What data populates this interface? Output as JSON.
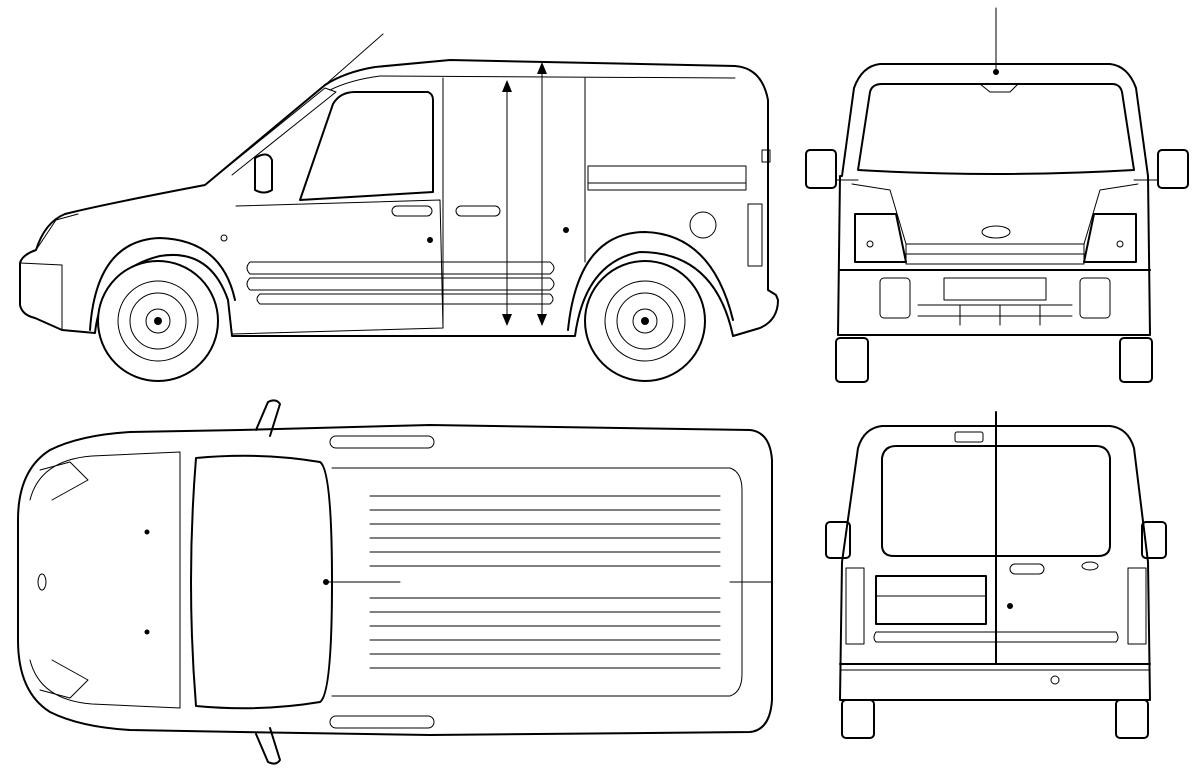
{
  "drawing": {
    "subject": "blueprint",
    "line_color": "#000000",
    "background_color": "#ffffff",
    "views": [
      "side",
      "front",
      "top",
      "rear"
    ]
  }
}
